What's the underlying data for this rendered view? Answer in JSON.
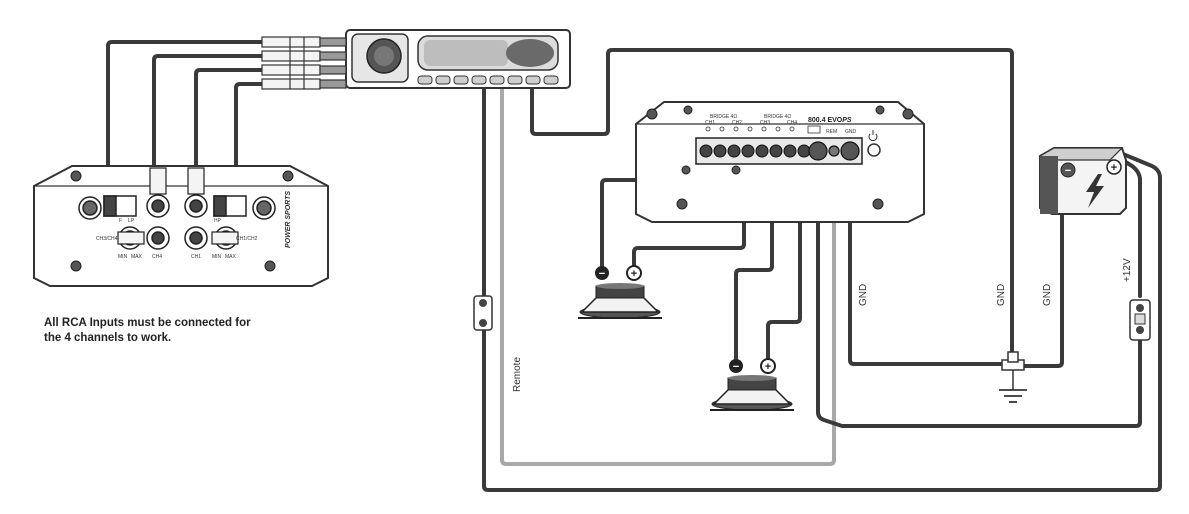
{
  "note": {
    "line1": "All RCA Inputs must be connected for",
    "line2": "the 4 channels to work."
  },
  "wire_labels": {
    "remote": "Remote",
    "gnd_1": "GND",
    "gnd_2": "GND",
    "gnd_3": "GND",
    "plus_12v": "+12V"
  },
  "amplifier": {
    "model_prefix": "800.4 EVO",
    "model_suffix": "PS",
    "bridge_1": "BRIDGE 4Ω",
    "bridge_2": "BRIDGE 4Ω",
    "ch1": "CH1",
    "ch2": "CH2",
    "ch3": "CH3",
    "ch4": "CH4",
    "rem": "REM",
    "gnd": "GND"
  },
  "amp_side_panel": {
    "brand": "POWER SPORTS",
    "min": "MIN",
    "max": "MAX",
    "ch1": "CH1",
    "ch4": "CH4",
    "hp": "HP",
    "lp": "LP",
    "f": "F",
    "ch3_ch4": "CH3/CH4",
    "ch1_ch2": "CH1/CH2"
  },
  "symbols": {
    "minus": "−",
    "plus": "+"
  },
  "colors": {
    "wire_dark": "#3a3a3a",
    "wire_remote": "#a9a9a9",
    "outline": "#333333"
  }
}
